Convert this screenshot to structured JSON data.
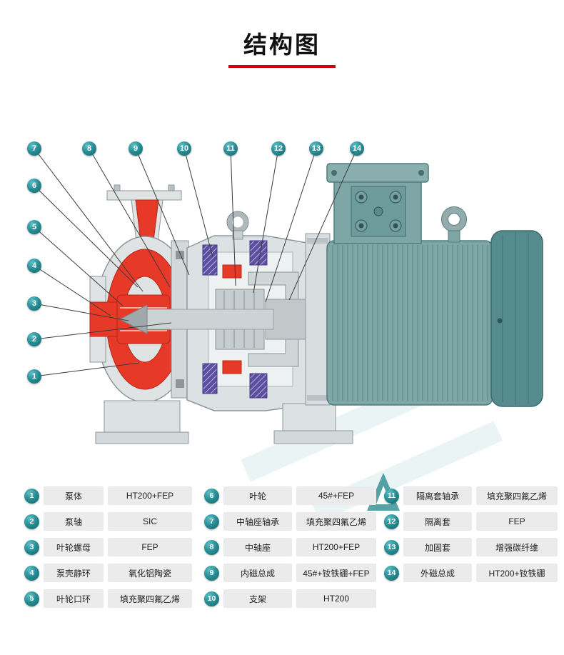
{
  "header": {
    "title": "结构图"
  },
  "diagram": {
    "callouts": [
      "1",
      "2",
      "3",
      "4",
      "5",
      "6",
      "7",
      "8",
      "9",
      "10",
      "11",
      "12",
      "13",
      "14"
    ]
  },
  "parts": {
    "columns": [
      [
        {
          "num": "1",
          "name": "泵体",
          "material": "HT200+FEP"
        },
        {
          "num": "2",
          "name": "泵轴",
          "material": "SIC"
        },
        {
          "num": "3",
          "name": "叶轮螺母",
          "material": "FEP"
        },
        {
          "num": "4",
          "name": "泵壳静环",
          "material": "氧化铝陶瓷"
        },
        {
          "num": "5",
          "name": "叶轮口环",
          "material": "填充聚四氟乙烯"
        }
      ],
      [
        {
          "num": "6",
          "name": "叶轮",
          "material": "45#+FEP"
        },
        {
          "num": "7",
          "name": "中轴座轴承",
          "material": "填充聚四氟乙烯"
        },
        {
          "num": "8",
          "name": "中轴座",
          "material": "HT200+FEP"
        },
        {
          "num": "9",
          "name": "内磁总成",
          "material": "45#+钕铁硼+FEP"
        },
        {
          "num": "10",
          "name": "支架",
          "material": "HT200"
        }
      ],
      [
        {
          "num": "11",
          "name": "隔离套轴承",
          "material": "填充聚四氟乙烯"
        },
        {
          "num": "12",
          "name": "隔离套",
          "material": "FEP"
        },
        {
          "num": "13",
          "name": "加固套",
          "material": "增强碳纤维"
        },
        {
          "num": "14",
          "name": "外磁总成",
          "material": "HT200+钕铁硼"
        }
      ]
    ]
  }
}
